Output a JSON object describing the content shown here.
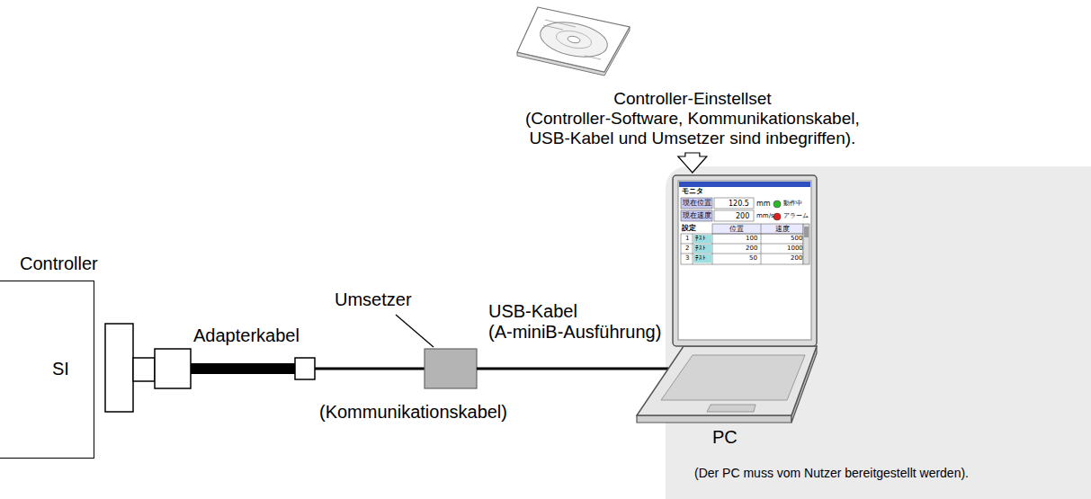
{
  "diagram": {
    "nodes": [
      {
        "text": [
          "Controller-Einstellset (Controller-Software, Kommunikationskabel, USB-Kabel und Umsetzer sind inbegriffen)."
        ]
      },
      {
        "text": [
          "PC",
          "(Der PC muss vom Nutzer bereitgestellt werden)."
        ]
      },
      {
        "text": [
          "Controller",
          "SI"
        ]
      }
    ],
    "edges": [
      {
        "from": 0,
        "to": 1,
        "arrow": "to"
      }
    ],
    "labels": [
      "Adapterkabel",
      "Umsetzer",
      "USB-Kabel (A-miniB-Ausführung)",
      "(Kommunikationskabel)",
      "モニタ",
      "現在位置",
      "120.5",
      "mm",
      "動作中",
      "現在速度",
      "200",
      "mm/s",
      "アラーム",
      "設定",
      "位置",
      "速度",
      "1",
      "ﾃｽﾄ",
      "100",
      "500",
      "2",
      "ﾃｽﾄ",
      "200",
      "1000",
      "3",
      "ﾃｽﾄ",
      "50",
      "200"
    ]
  }
}
